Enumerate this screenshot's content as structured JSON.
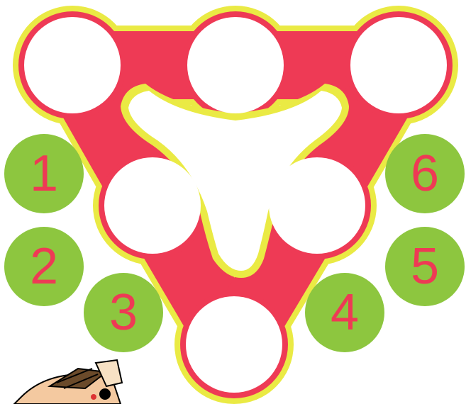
{
  "colors": {
    "board_fill": "#ee3a55",
    "board_outline": "#eaea44",
    "slot_fill": "#ffffff",
    "token_fill": "#8dc63f",
    "token_text": "#ee3a55"
  },
  "slots": [
    {
      "id": "slot-top-left"
    },
    {
      "id": "slot-top-center"
    },
    {
      "id": "slot-top-right"
    },
    {
      "id": "slot-middle-left"
    },
    {
      "id": "slot-middle-right"
    },
    {
      "id": "slot-bottom"
    }
  ],
  "tokens": [
    {
      "id": 1,
      "label": "1"
    },
    {
      "id": 2,
      "label": "2"
    },
    {
      "id": 3,
      "label": "3"
    },
    {
      "id": 4,
      "label": "4"
    },
    {
      "id": 5,
      "label": "5"
    },
    {
      "id": 6,
      "label": "6"
    }
  ],
  "mascot": {
    "icon": "cartoon-character-icon"
  }
}
